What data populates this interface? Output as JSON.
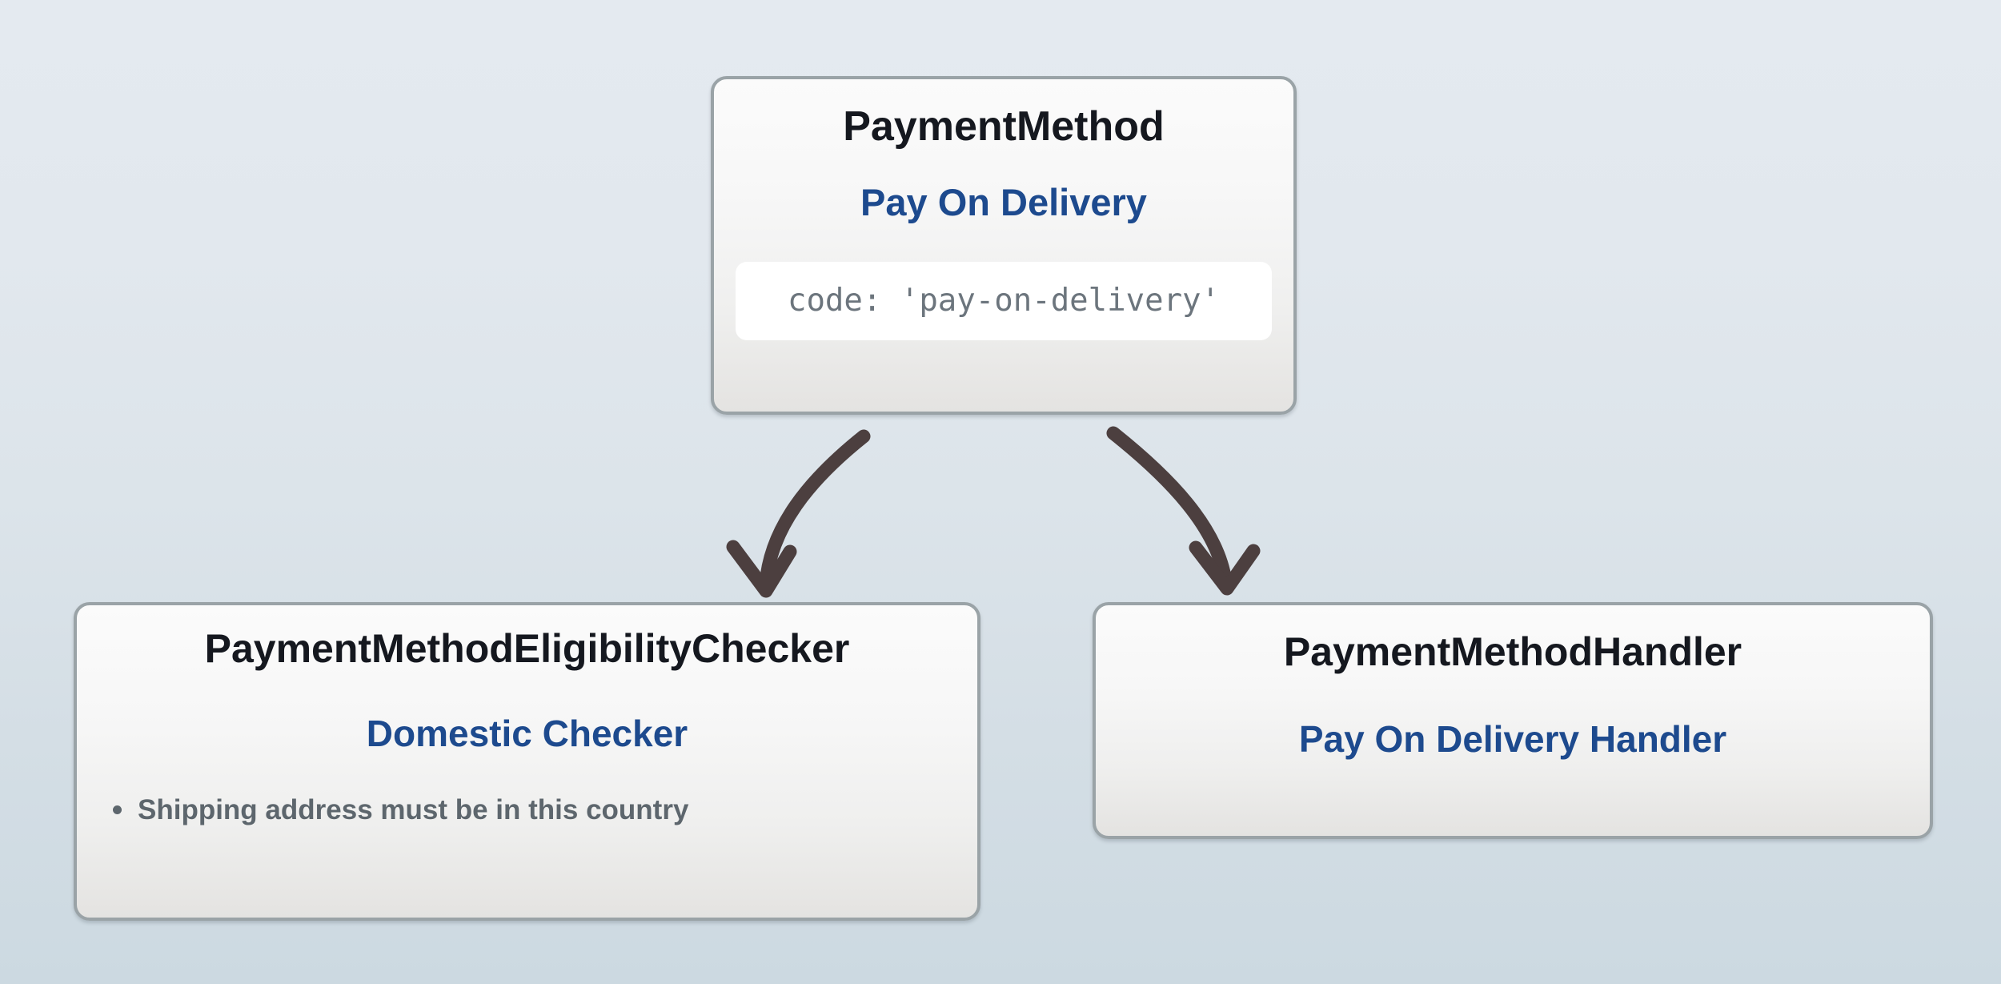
{
  "diagram": {
    "background_top_color": "#e4eaf0",
    "background_bottom_color": "#ccd9e1",
    "arrow_color": "#4c3f3f",
    "card_border_color": "#9aa3a7",
    "accent_blue": "#1d4a8e",
    "title_color": "#15181f",
    "muted_text_color": "#5d666d",
    "code_text_color": "#6c757d"
  },
  "nodes": {
    "payment_method": {
      "type_label": "PaymentMethod",
      "name_label": "Pay On Delivery",
      "code_line": "code: 'pay-on-delivery'"
    },
    "eligibility_checker": {
      "type_label": "PaymentMethodEligibilityChecker",
      "name_label": "Domestic Checker",
      "bullets": [
        "Shipping address must be in this country"
      ]
    },
    "payment_method_handler": {
      "type_label": "PaymentMethodHandler",
      "name_label": "Pay On Delivery Handler"
    }
  },
  "edges": [
    {
      "id": "edge-payment-method-to-eligibility-checker",
      "from": "payment_method",
      "to": "eligibility_checker",
      "style": "curved-arrow"
    },
    {
      "id": "edge-payment-method-to-handler",
      "from": "payment_method",
      "to": "payment_method_handler",
      "style": "curved-arrow"
    }
  ]
}
